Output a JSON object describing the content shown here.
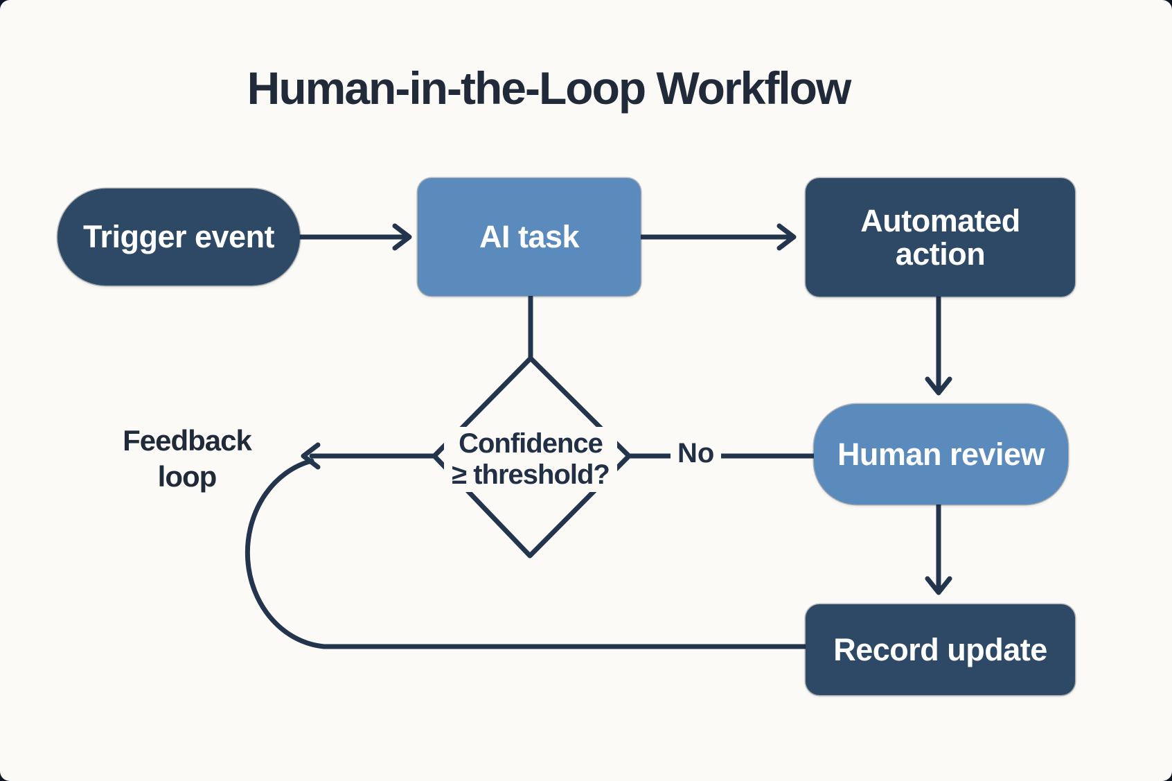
{
  "title": "Human-in-the-Loop Workflow",
  "nodes": {
    "trigger_event": {
      "label": "Trigger event",
      "shape": "stadium",
      "fill": "#2d4965",
      "text_color": "#ffffff"
    },
    "ai_task": {
      "label": "AI task",
      "shape": "rounded-rectangle",
      "fill": "#5b8abd",
      "text_color": "#ffffff"
    },
    "automated_action": {
      "label": "Automated action",
      "shape": "rounded-rectangle",
      "fill": "#2d4965",
      "text_color": "#ffffff"
    },
    "decision": {
      "label": "Confidence ≥ threshold?",
      "lines": [
        "Confidence",
        "≥ threshold?"
      ],
      "shape": "diamond",
      "fill": "none",
      "text_color": "#223046"
    },
    "human_review": {
      "label": "Human review",
      "shape": "rounded-rectangle",
      "fill": "#5b8abd",
      "text_color": "#ffffff"
    },
    "record_update": {
      "label": "Record update",
      "shape": "rounded-rectangle",
      "fill": "#2d4965",
      "text_color": "#ffffff"
    }
  },
  "labels": {
    "no": "No",
    "feedback": {
      "label": "Feedback loop",
      "lines": [
        "Feedback",
        "loop"
      ]
    }
  },
  "edges": [
    {
      "from": "trigger_event",
      "to": "ai_task",
      "type": "arrow"
    },
    {
      "from": "ai_task",
      "to": "automated_action",
      "type": "arrow"
    },
    {
      "from": "ai_task",
      "to": "decision",
      "type": "line"
    },
    {
      "from": "automated_action",
      "to": "human_review",
      "type": "arrow"
    },
    {
      "from": "decision",
      "to": "human_review",
      "label": "No",
      "type": "line"
    },
    {
      "from": "human_review",
      "to": "record_update",
      "type": "arrow"
    },
    {
      "from": "record_update",
      "to": "decision",
      "label": "Feedback loop",
      "type": "feedback-loop-arrow"
    }
  ],
  "colors": {
    "background": "#fbfaf6",
    "frame": "#0e1624",
    "node_dark": "#2d4965",
    "node_blue": "#5b8abd",
    "line": "#23354d",
    "text_dark": "#223046",
    "title": "#202a39",
    "text_light": "#ffffff"
  }
}
